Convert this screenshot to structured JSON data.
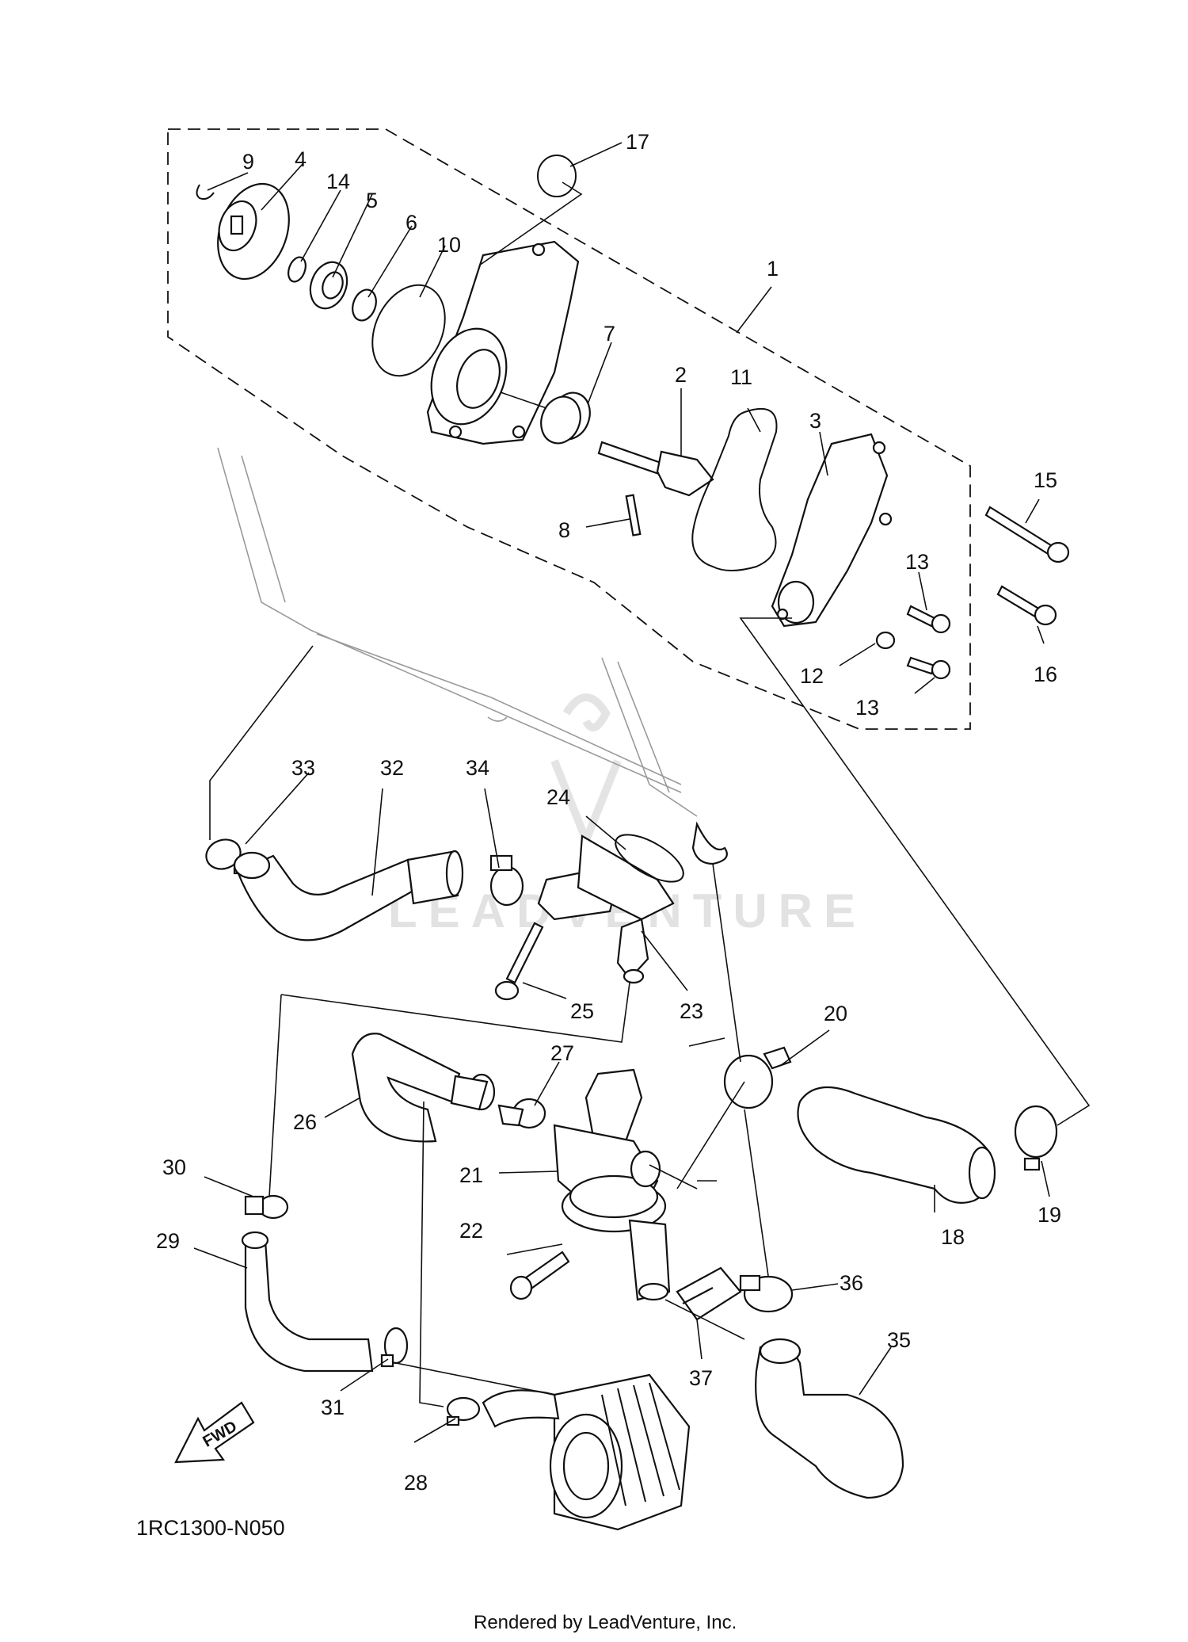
{
  "diagram": {
    "callouts": [
      "1",
      "2",
      "3",
      "4",
      "5",
      "6",
      "7",
      "8",
      "9",
      "10",
      "11",
      "12",
      "13",
      "13",
      "14",
      "15",
      "16",
      "17",
      "18",
      "19",
      "20",
      "21",
      "22",
      "23",
      "24",
      "25",
      "26",
      "27",
      "28",
      "29",
      "30",
      "31",
      "32",
      "33",
      "34",
      "35",
      "36",
      "37"
    ],
    "part_number": "1RC1300-N050",
    "direction_label": "FWD",
    "watermark": "LEADVENTURE",
    "credit": "Rendered by LeadVenture, Inc."
  }
}
